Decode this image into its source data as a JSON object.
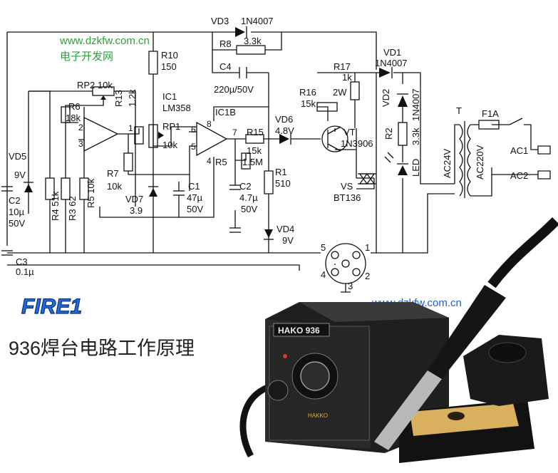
{
  "watermark": {
    "site": "www.dzkfw.com.cn",
    "site_cn": "电子开发网",
    "site_bottom": "www.dzkfw.com.cn"
  },
  "brand": "FIRE1",
  "caption": "936焊台电路工作原理",
  "station": {
    "badge": "HAKO 936",
    "logo": "HAKKO"
  },
  "components": {
    "vd3": "VD3",
    "vd3_val": "1N4007",
    "r8": "R8",
    "r8_val": "3.3k",
    "r10": "R10",
    "r10_val": "150",
    "c4": "C4",
    "c4_val": "220µ/50V",
    "r17": "R17",
    "r17_val1": "1k",
    "r17_val2": "2W",
    "vd1": "VD1",
    "vd1_val": "1N4007",
    "rp2": "RP2 10k",
    "r6": "R6",
    "r6_val": "18k",
    "r13": "R13",
    "r13_val": "1.2k",
    "ic1": "IC1",
    "ic1_val": "LM358",
    "ic1b": "IC1B",
    "r16": "R16",
    "r16_val": "15k",
    "vd2": "VD2",
    "vd2_val": "1N4007",
    "rp1": "RP1",
    "rp1_val": "10k",
    "vd6": "VD6",
    "vd6_val": "4.8V",
    "r15": "R15",
    "r15_val": "15k",
    "vt": "VT",
    "vt_val": "1N3906",
    "r2": "R2",
    "r2_val": "3.3k",
    "t": "T",
    "f1": "F1A",
    "ac24": "AC24V",
    "ac220": "AC220V",
    "ac1": "AC1",
    "ac2": "AC2",
    "r5b": "R5",
    "r5b_val": "1.5M",
    "vd5": "VD5",
    "vd5_val": "9V",
    "r7": "R7",
    "r7_val": "10k",
    "c1": "C1",
    "c1_val1": "47µ",
    "c1_val2": "50V",
    "r1": "R1",
    "r1_val": "510",
    "vs": "VS",
    "vs_val": "BT136",
    "led": "LED",
    "c2a": "C2",
    "c2a_val1": "10µ",
    "c2a_val2": "50V",
    "r4": "R4 51k",
    "r3": "R3 62",
    "r5": "R5 10k",
    "vd7": "VD7",
    "vd7_val": "3.9",
    "c2b": "C2",
    "c2b_val1": "4.7µ",
    "c2b_val2": "50V",
    "vd4": "VD4",
    "vd4_val": "9V",
    "c3": "C3",
    "c3_val": "0.1µ",
    "pins": [
      "1",
      "2",
      "3",
      "4",
      "5"
    ],
    "opamp_pins": [
      "1",
      "2",
      "3",
      "4",
      "5",
      "6",
      "7",
      "8"
    ]
  }
}
